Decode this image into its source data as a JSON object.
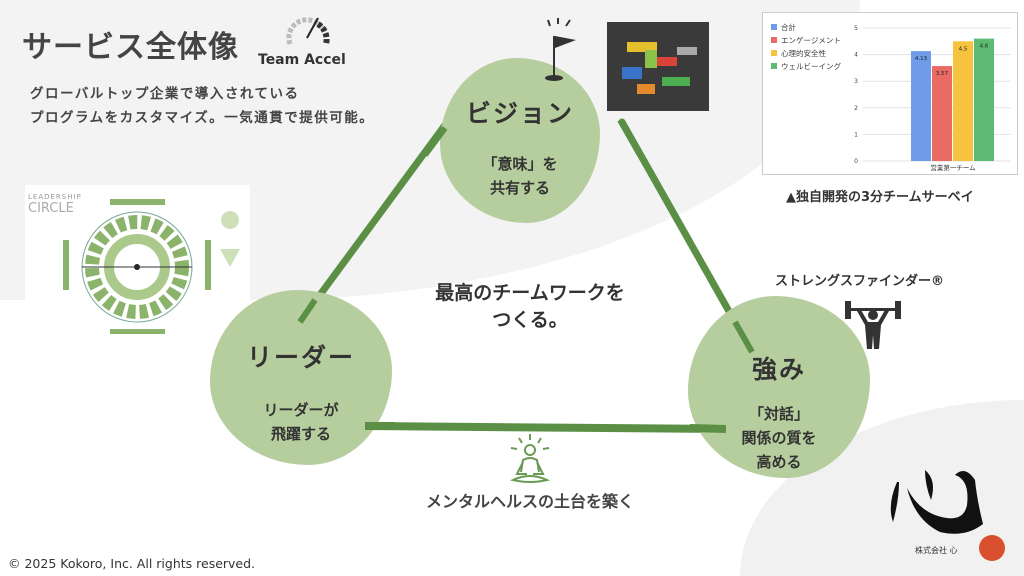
{
  "header": {
    "title": "サービス全体像",
    "brand": "Team Accel",
    "subtitle_lines": [
      "グローバルトップ企業で導入されている",
      "プログラムをカスタマイズ。一気通貫で提供可能。"
    ]
  },
  "leadership_circle": {
    "logo_line1": "LEADERSHIP",
    "logo_line2": "CIRCLE"
  },
  "nodes": {
    "vision": {
      "title": "ビジョン",
      "line1": "「意味」を",
      "line2": "共有する"
    },
    "leader": {
      "title": "リーダー",
      "line1": "リーダーが",
      "line2": "飛躍する"
    },
    "strength": {
      "title": "強み",
      "line1": "「対話」",
      "line2": "関係の質を",
      "line3": "高める"
    }
  },
  "center": {
    "line1": "最高のチームワークを",
    "line2": "つくる。"
  },
  "survey_caption": "▲独自開発の3分チームサーベイ",
  "strengths_label": "ストレングスファインダー®",
  "mental_label": "メンタルヘルスの土台を築く",
  "company": "株式会社 心",
  "footer": "© 2025 Kokoro, Inc. All rights reserved.",
  "chart_data": {
    "type": "bar",
    "categories": [
      "営業第一チーム"
    ],
    "series": [
      {
        "name": "合計",
        "values": [
          4.13
        ],
        "color": "#6f9be8"
      },
      {
        "name": "エンゲージメント",
        "values": [
          3.57
        ],
        "color": "#ea6b63"
      },
      {
        "name": "心理的安全性",
        "values": [
          4.5
        ],
        "color": "#f6c33f"
      },
      {
        "name": "ウェルビーイング",
        "values": [
          4.6
        ],
        "color": "#5cba72"
      }
    ],
    "ylim": [
      0,
      5
    ],
    "yticks": [
      "0",
      "1",
      "2",
      "3",
      "4",
      "5"
    ],
    "labels": [
      "4.13",
      "3.57",
      "4.5",
      "4.6"
    ]
  },
  "colors": {
    "blob": "#b6cd9e",
    "line": "#5a8f45"
  }
}
